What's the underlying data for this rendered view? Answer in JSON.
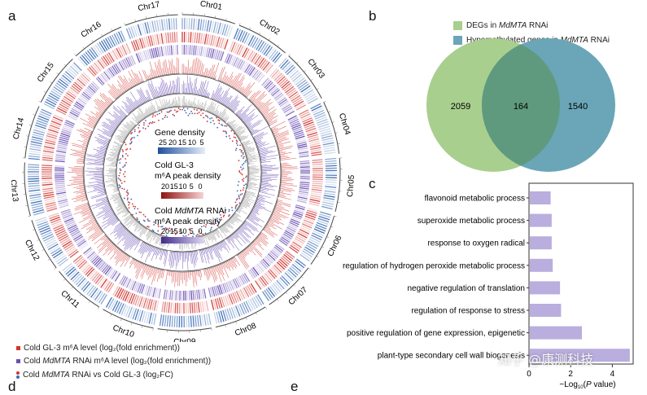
{
  "panels": {
    "a": "a",
    "b": "b",
    "c": "c",
    "d": "d",
    "e": "e"
  },
  "circos": {
    "chromosomes": [
      "Chr01",
      "Chr02",
      "Chr03",
      "Chr04",
      "Chr05",
      "Chr06",
      "Chr07",
      "Chr08",
      "Chr09",
      "Chr10",
      "Chr11",
      "Chr12",
      "Chr13",
      "Chr14",
      "Chr15",
      "Chr16",
      "Chr17"
    ],
    "center_legend": {
      "gene_density_title": "Gene density",
      "gene_density_ticks": [
        "25",
        "20",
        "15",
        "10",
        "5"
      ],
      "cold_gl3_title_1": "Cold GL-3",
      "cold_gl3_title_2": "m⁶A peak density",
      "cold_gl3_ticks": [
        "20",
        "15",
        "10",
        "5",
        "0"
      ],
      "cold_rnai_title_1a": "Cold ",
      "cold_rnai_title_1b": "MdMTA",
      "cold_rnai_title_1c": " RNAi",
      "cold_rnai_title_2": "m⁶A peak density",
      "cold_rnai_ticks": [
        "20",
        "15",
        "10",
        "5",
        "0"
      ]
    },
    "colors": {
      "blue": "#3a6cb5",
      "red": "#d1352f",
      "purple": "#6a4fb3",
      "gray": "#9a9a9a"
    },
    "legend": [
      {
        "text": "Cold GL-3 m⁶A level (log₂(fold enrichment))",
        "color": "#d1352f"
      },
      {
        "pre": "Cold ",
        "italic": "MdMTA",
        "post": " RNAi  m⁶A level (log₂(fold enrichment))",
        "color": "#6a4fb3"
      },
      {
        "pre": "Cold ",
        "italic": "MdMTA",
        "post": " RNAi  vs Cold GL-3 (log₂FC)",
        "color": "#d1352f",
        "color2": "#3a6cb5"
      }
    ]
  },
  "venn": {
    "legend_deg_pre": "DEGs in ",
    "legend_deg_italic": "MdMTA",
    "legend_deg_post": " RNAi",
    "legend_hypo_pre": "Hypomethylated genes in ",
    "legend_hypo_italic": "MdMTA",
    "legend_hypo_post": " RNAi",
    "left_only": "2059",
    "overlap": "164",
    "right_only": "1540",
    "colors": {
      "left": "#a9cf8f",
      "right": "#6aa6b7",
      "overlap": "#5f9a7f"
    }
  },
  "chart_data": {
    "type": "bar",
    "orientation": "horizontal",
    "categories": [
      "flavonoid metabolic process",
      "superoxide metabolic process",
      "response to oxygen radical",
      "regulation of hydrogen peroxide metabolic process",
      "negative regulation of translation",
      "regulation of response to stress",
      "positive regulation of gene expression, epigenetic",
      "plant-type secondary cell wall biogenesis"
    ],
    "values": [
      1.0,
      1.05,
      1.05,
      1.1,
      1.45,
      1.5,
      2.5,
      4.8
    ],
    "xlim": [
      0,
      5
    ],
    "xticks": [
      "0",
      "2",
      "4"
    ],
    "xlabel_pre": "−Log",
    "xlabel_sub": "10",
    "xlabel_mid": "(",
    "xlabel_italic": "P",
    "xlabel_post": " value)",
    "bar_color": "#b9aede"
  },
  "watermark": "知乎 @康测科技"
}
